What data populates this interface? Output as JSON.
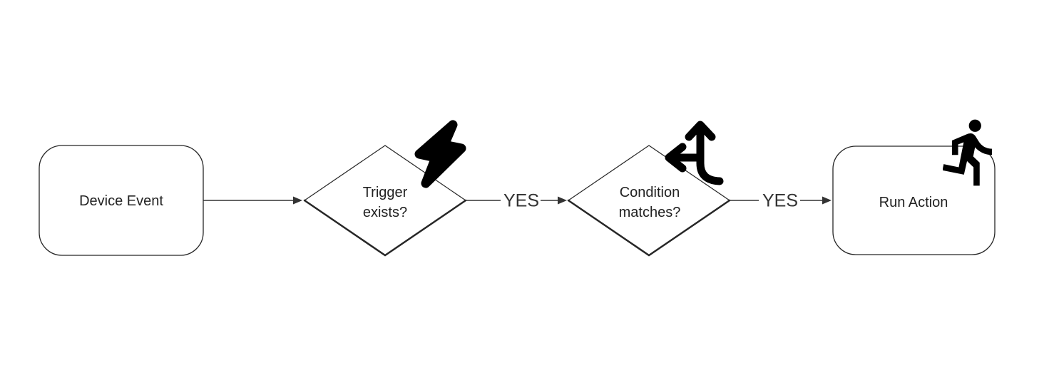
{
  "diagram": {
    "type": "flowchart",
    "direction": "left-to-right",
    "colors": {
      "background": "#ffffff",
      "shape_stroke": "#262626",
      "edge_stroke": "#333333",
      "text": "#222222",
      "icon": "#000000"
    },
    "nodes": [
      {
        "id": "device-event",
        "shape": "rounded-rectangle",
        "label": "Device Event"
      },
      {
        "id": "trigger-exists",
        "shape": "diamond",
        "lines": [
          "Trigger",
          "exists?"
        ],
        "icon": "lightning-bolt-icon"
      },
      {
        "id": "condition-matches",
        "shape": "diamond",
        "lines": [
          "Condition",
          "matches?"
        ],
        "icon": "branch-directions-icon"
      },
      {
        "id": "run-action",
        "shape": "rounded-rectangle",
        "label": "Run Action",
        "icon": "running-person-icon"
      }
    ],
    "edges": [
      {
        "from": "Device Event",
        "to": "Trigger exists?"
      },
      {
        "from": "Trigger exists?",
        "to": "Condition matches?",
        "label": "YES"
      },
      {
        "from": "Condition matches?",
        "to": "Run Action",
        "label": "YES"
      }
    ]
  }
}
